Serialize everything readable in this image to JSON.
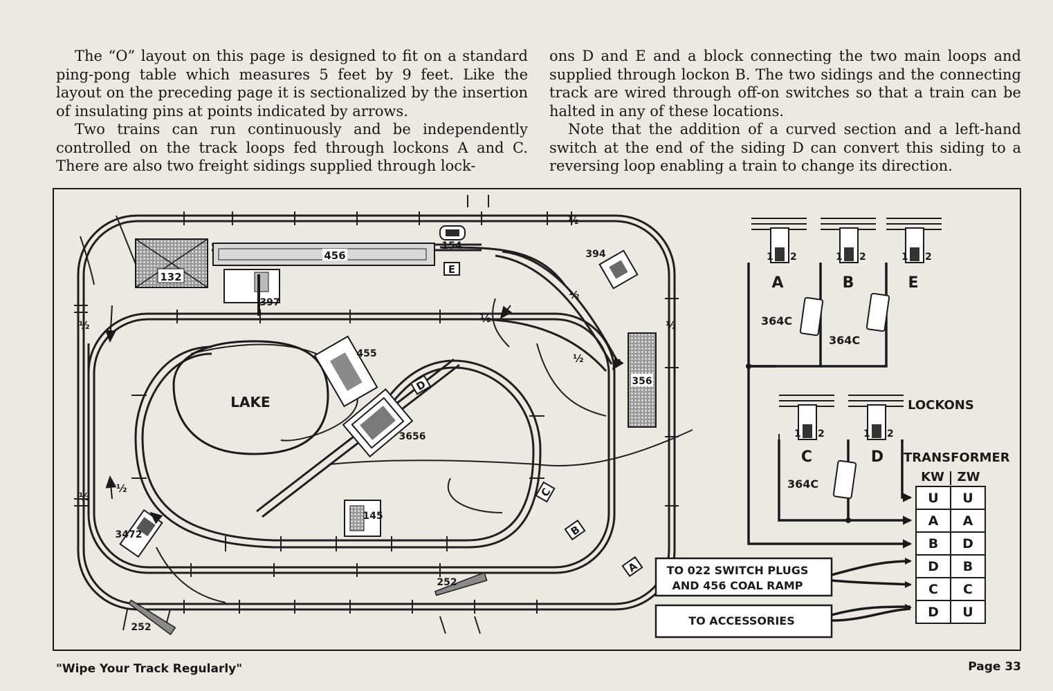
{
  "body_text": {
    "left_p1": "The “O” layout on this page is designed to fit on a standard ping-pong table which measures 5 feet by 9 feet. Like the layout on the preceding page it is sectionalized by the insertion of insulating pins at points indicated by arrows.",
    "left_p2": "Two trains can run continuously and be independently controlled on the track loops fed through lockons A and C. There are also two freight sidings supplied through lock-",
    "right_p1": "ons D and E and a block connecting the two main loops and supplied through lockon B. The two sidings and the connecting track are wired through off-on switches so that a train can be halted in any of these locations.",
    "right_p2": "Note that the addition of a curved section and a left-hand switch at the end of the siding D can convert this siding to a reversing loop enabling a train to change its direction."
  },
  "diagram": {
    "lake_label": "LAKE",
    "half": "½",
    "accessories": {
      "a132": "132",
      "a456": "456",
      "a154": "154",
      "a397": "397",
      "a394": "394",
      "a455": "455",
      "a356": "356",
      "a3656": "3656",
      "a145": "145",
      "a3472": "3472",
      "a252a": "252",
      "a252b": "252"
    },
    "track_blocks": {
      "A": "A",
      "B": "B",
      "C": "C",
      "D": "D",
      "E": "E"
    },
    "wiring": {
      "lockons_label": "LOCKONS",
      "transformer_label": "TRANSFORMER",
      "switch_label": "364C",
      "terminal_1": "1",
      "terminal_2": "2",
      "lockon_names": [
        "A",
        "B",
        "E",
        "C",
        "D"
      ],
      "col_kw": "KW",
      "col_zw": "ZW",
      "kw_terminals": [
        "U",
        "A",
        "B",
        "D",
        "C",
        "D"
      ],
      "zw_terminals": [
        "U",
        "A",
        "D",
        "B",
        "C",
        "U"
      ],
      "box_switch_plugs": [
        "TO 022 SWITCH PLUGS",
        "AND 456 COAL RAMP"
      ],
      "box_accessories": "TO ACCESSORIES"
    }
  },
  "footer": {
    "motto": "\"Wipe Your Track Regularly\"",
    "page": "Page 33"
  }
}
